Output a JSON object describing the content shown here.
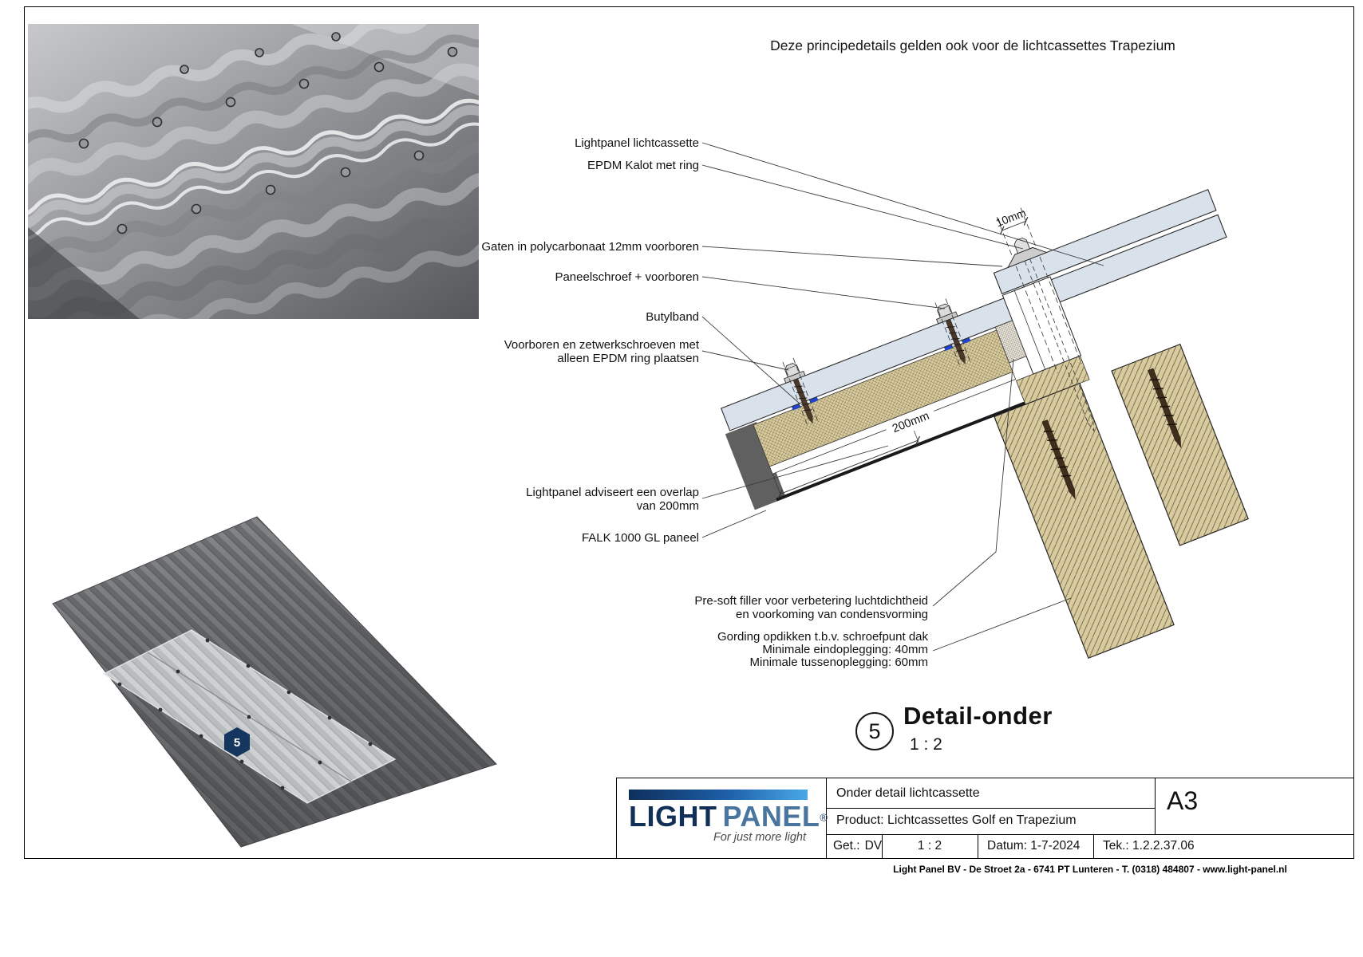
{
  "note_top": "Deze principedetails gelden ook voor de lichtcassettes Trapezium",
  "annotations": {
    "lichtcassette": "Lightpanel lichtcassette",
    "epdm_kalot": "EPDM Kalot met ring",
    "gaten": "Gaten in polycarbonaat 12mm voorboren",
    "paneelschroef": "Paneelschroef  + voorboren",
    "butylband": "Butylband",
    "voorboren1": "Voorboren en zetwerkschroeven met",
    "voorboren2": "alleen EPDM ring plaatsen",
    "overlap1": "Lightpanel adviseert een overlap",
    "overlap2": "van 200mm",
    "falk": "FALK 1000 GL paneel",
    "presoft1": "Pre-soft filler voor verbetering luchtdichtheid",
    "presoft2": "en voorkoming van condensvorming",
    "gording1": "Gording opdikken t.b.v. schroefpunt dak",
    "gording2": "Minimale eindoplegging: 40mm",
    "gording3": "Minimale tussenoplegging: 60mm"
  },
  "dimensions": {
    "hole": "10mm",
    "overlap": "200mm"
  },
  "detail_marker": {
    "number": "5",
    "title": "Detail-onder",
    "scale": "1 : 2"
  },
  "photo_badge": "5",
  "title_block": {
    "logo": {
      "word1": "LIGHT",
      "word2": "PANEL",
      "reg": "®",
      "tagline": "For just more light"
    },
    "drawing_title": "Onder detail lichtcassette",
    "product": "Product: Lichtcassettes Golf en Trapezium",
    "drawn_label": "Get.:",
    "drawn_value": "DV",
    "scale": "1 : 2",
    "date": "Datum: 1-7-2024",
    "number": "Tek.: 1.2.2.37.06",
    "format": "A3"
  },
  "footer": "Light Panel BV  -  De Stroet 2a  -  6741 PT Lunteren  -  T. (0318) 484807  -  www.light-panel.nl",
  "colors": {
    "accent_navy": "#122f57",
    "accent_blue": "#2e86c9",
    "butyl_blue": "#2244cc",
    "sheet_blue": "#d9e2eb",
    "panel_tan": "#d8cb9f"
  }
}
